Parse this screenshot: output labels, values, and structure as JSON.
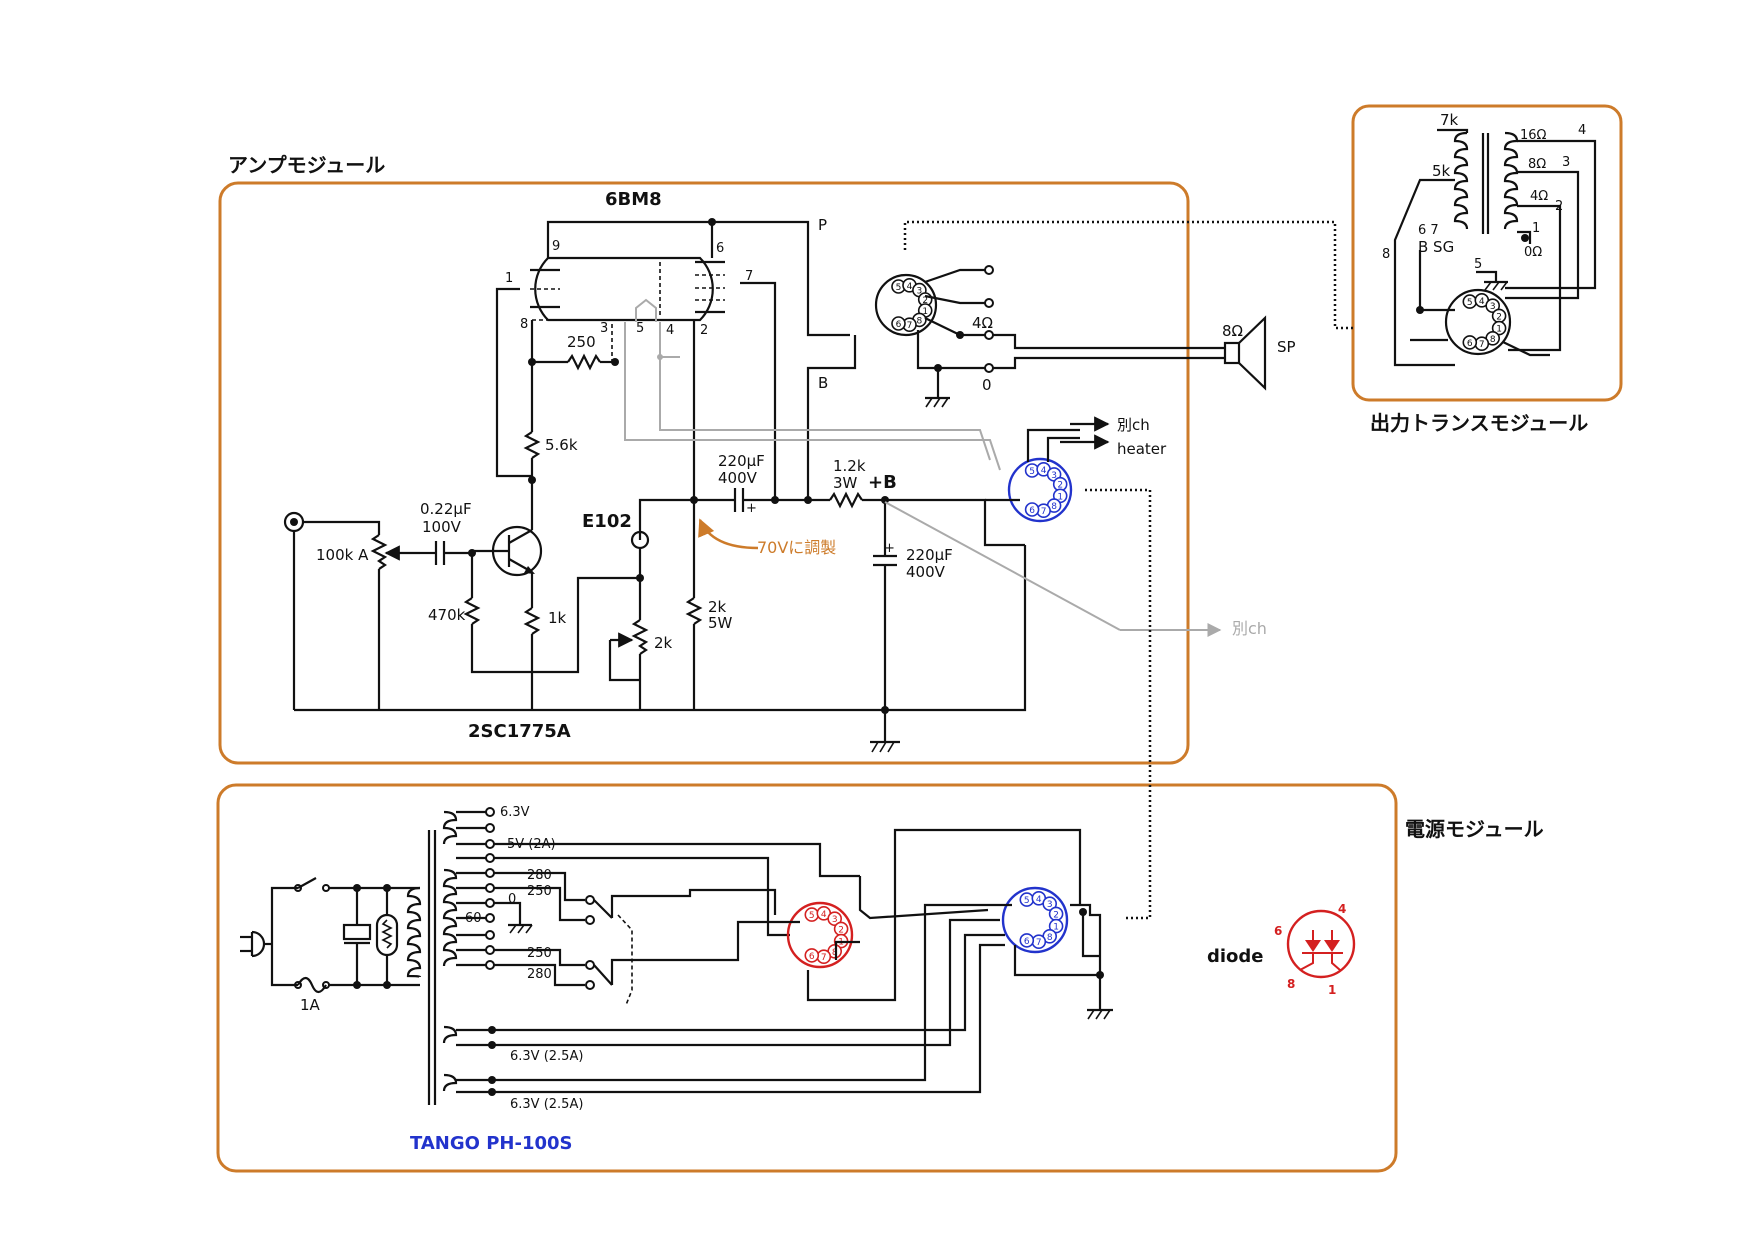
{
  "colors": {
    "module_border": "#cd7b2a",
    "wire": "#111111",
    "gray_wire": "#aaaaaa",
    "socket_blue": "#2233cc",
    "socket_red": "#d42020",
    "annotation_orange": "#cd7b2a",
    "label_blue": "#2233cc"
  },
  "modules": {
    "amp_title": "アンプモジュール",
    "output_title": "出力トランスモジュール",
    "power_title": "電源モジュール"
  },
  "amp": {
    "tube": "6BM8",
    "transistor": "2SC1775A",
    "tube_pins": [
      "9",
      "6",
      "1",
      "7",
      "8",
      "3",
      "5",
      "4",
      "2"
    ],
    "r_250": "250",
    "r_5k6": "5.6k",
    "r_470k": "470k",
    "r_1k": "1k",
    "r_2k_var": "2k",
    "r_2k_5w_a": "2k",
    "r_2k_5w_b": "5W",
    "r_1k2_a": "1.2k",
    "r_1k2_b": "3W",
    "pot": "100k A",
    "c_input_a": "0.22μF",
    "c_input_b": "100V",
    "c_top_a": "220μF",
    "c_top_b": "400V",
    "c_smooth_a": "220μF",
    "c_smooth_b": "400V",
    "plus_b": "+B",
    "e102": "E102",
    "annotation": "70Vに調製",
    "label_p": "P",
    "label_b": "B",
    "betsu_ch": "別ch",
    "heater": "heater",
    "betsu_ch_gray": "別ch",
    "ohm_4": "4Ω",
    "ohm_0": "0",
    "ohm_8": "8Ω",
    "sp": "SP"
  },
  "output_transformer": {
    "p_7k": "7k",
    "p_5k": "5k",
    "s_16": "16Ω",
    "s_8": "8Ω",
    "s_4": "4Ω",
    "s_0": "0Ω",
    "n_4": "4",
    "n_3": "3",
    "n_2": "2",
    "n_1": "1",
    "n_67": "6 7",
    "b_sg": "B SG",
    "n_8": "8",
    "n_5": "5"
  },
  "power": {
    "tap_63": "6.3V",
    "tap_5v": "5V (2A)",
    "tap_280a": "280",
    "tap_250a": "250",
    "tap_0": "0",
    "tap_60": "60",
    "tap_250b": "250",
    "tap_280b": "280",
    "tap_63_25a": "6.3V (2.5A)",
    "tap_63_25b": "6.3V (2.5A)",
    "fuse": "1A",
    "transformer": "TANGO PH-100S",
    "diode": "diode",
    "d_pin6": "6",
    "d_pin4": "4",
    "d_pin8": "8",
    "d_pin1": "1"
  }
}
